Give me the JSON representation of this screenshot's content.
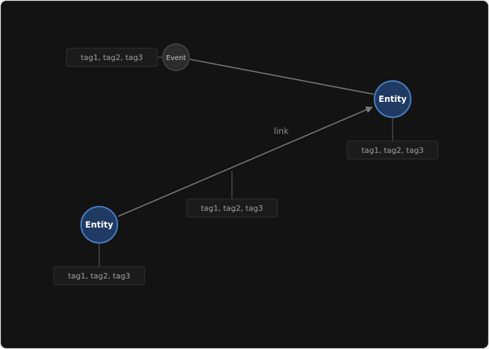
{
  "diagram": {
    "nodes": [
      {
        "id": "entity-top-right",
        "label": "Entity",
        "kind": "entity",
        "tags": "tag1, tag2, tag3"
      },
      {
        "id": "entity-bottom-left",
        "label": "Entity",
        "kind": "entity",
        "tags": "tag1, tag2, tag3"
      },
      {
        "id": "event-top-left",
        "label": "Event",
        "kind": "event",
        "tags": "tag1, tag2, tag3"
      }
    ],
    "edges": [
      {
        "id": "edge-entity-to-entity",
        "label": "link",
        "tags": "tag1, tag2, tag3",
        "directed": true
      },
      {
        "id": "edge-event-to-entity",
        "label": "",
        "directed": false
      }
    ]
  },
  "colors": {
    "background": "#131313",
    "entity_fill": "#1f3a63",
    "entity_stroke": "#4a7fc4",
    "edge": "#7a7a7a"
  }
}
